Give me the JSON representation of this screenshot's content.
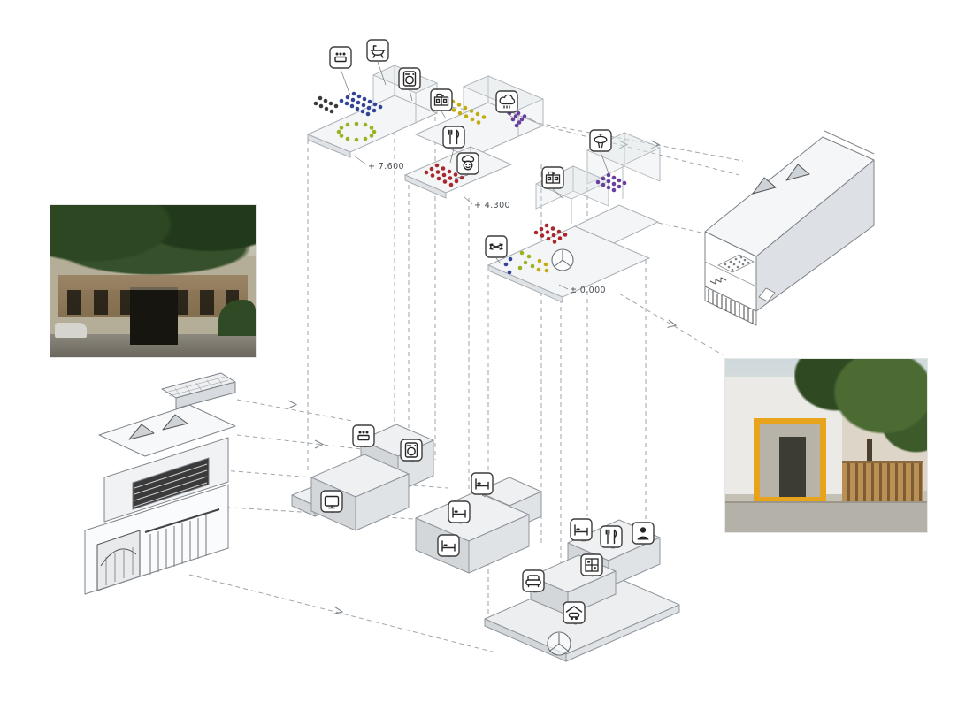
{
  "diagram": {
    "levels": [
      {
        "id": "upper-floor",
        "label": "+ 7.600"
      },
      {
        "id": "first-floor",
        "label": "+ 4.300"
      },
      {
        "id": "ground-floor",
        "label": "± 0.000"
      }
    ],
    "legend_colors": {
      "occupants_blue": "#32449a",
      "occupants_green": "#9ab31c",
      "occupants_yellow": "#c2ac10",
      "occupants_red": "#a8282e",
      "occupants_purple": "#6a3f9e",
      "occupants_dark": "#3a3a3a",
      "guide_line": "#9fa5ab",
      "massing_gray": "#e0e3e6",
      "photo_accent_yellow": "#e8a31c"
    },
    "icons": {
      "upper_floor": [
        "shared-tables-icon",
        "bathtub-icon",
        "washing-machine-icon"
      ],
      "first_floor": [
        "kitchenette-icon",
        "range-hood-icon",
        "utensils-icon",
        "chef-icon"
      ],
      "ground_floor": [
        "washbasin-icon",
        "pantry-icon",
        "crossing-paths-icon",
        "tree-icon"
      ],
      "massing": [
        "meeting-table-icon",
        "washing-machine-icon",
        "tv-icon",
        "bed-icon",
        "bed-icon",
        "bed-icon",
        "bed-icon",
        "utensils-icon",
        "person-icon",
        "shelving-icon",
        "sofa-icon",
        "garage-car-icon",
        "tree-icon"
      ]
    },
    "photos": [
      {
        "id": "existing-house-photo"
      },
      {
        "id": "new-house-photo"
      }
    ],
    "drawings": [
      {
        "id": "existing-house-axonometric"
      },
      {
        "id": "renovated-house-axonometric"
      }
    ]
  }
}
